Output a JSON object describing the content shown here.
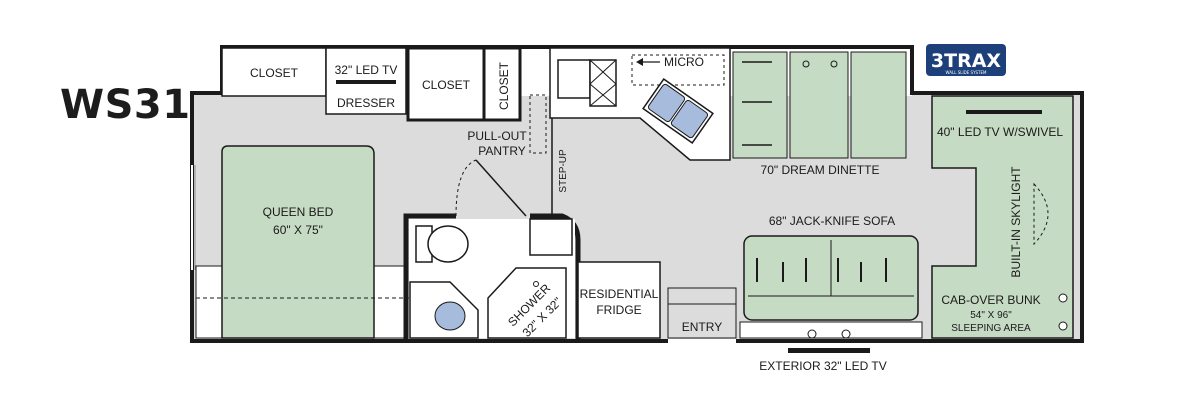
{
  "model_name": "WS31",
  "brand": {
    "logo_text": "3TRAX",
    "logo_subtext": "WALL SLIDE SYSTEM"
  },
  "labels": {
    "closet_1": "CLOSET",
    "led_tv_32": "32\" LED TV",
    "dresser": "DRESSER",
    "closet_2": "CLOSET",
    "closet_3": "CLOSET",
    "micro": "MICRO",
    "pullout_pantry_1": "PULL-OUT",
    "pullout_pantry_2": "PANTRY",
    "step_up": "STEP-UP",
    "dinette": "70\" DREAM DINETTE",
    "tv_swivel": "40\" LED TV W/SWIVEL",
    "skylight": "BUILT-IN SKYLIGHT",
    "queen_bed": "QUEEN BED",
    "queen_bed_size": "60\" X 75\"",
    "sofa": "68\" JACK-KNIFE SOFA",
    "shower": "SHOWER",
    "shower_size": "32\" X 32\"",
    "fridge_1": "RESIDENTIAL",
    "fridge_2": "FRIDGE",
    "entry": "ENTRY",
    "bunk_1": "CAB-OVER BUNK",
    "bunk_2": "54\" X 96\"",
    "bunk_3": "SLEEPING AREA",
    "exterior_tv": "EXTERIOR 32\" LED TV"
  },
  "colors": {
    "floor": "#dcdcdc",
    "wall": "#1a1a1a",
    "upholstery": "#c6dbc4",
    "logo_blue": "#1d3f7a"
  }
}
